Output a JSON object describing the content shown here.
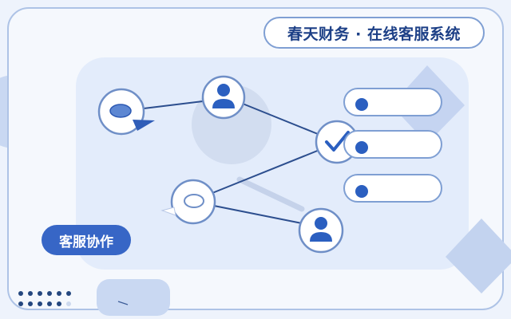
{
  "header": {
    "title": "春天财务 · 在线客服系统"
  },
  "badge": {
    "label": "客服协作"
  },
  "icons": {
    "nodes": [
      "chat-bubble-icon",
      "user-avatar-icon",
      "checkmark-icon",
      "chat-bubble-icon",
      "user-avatar-icon"
    ],
    "list_items": 3
  },
  "colors": {
    "accent": "#3766c6",
    "title_text": "#1c3f86",
    "line": "#2c4e8e",
    "panel": "#e3ecfb",
    "background": "#eef3fc"
  }
}
